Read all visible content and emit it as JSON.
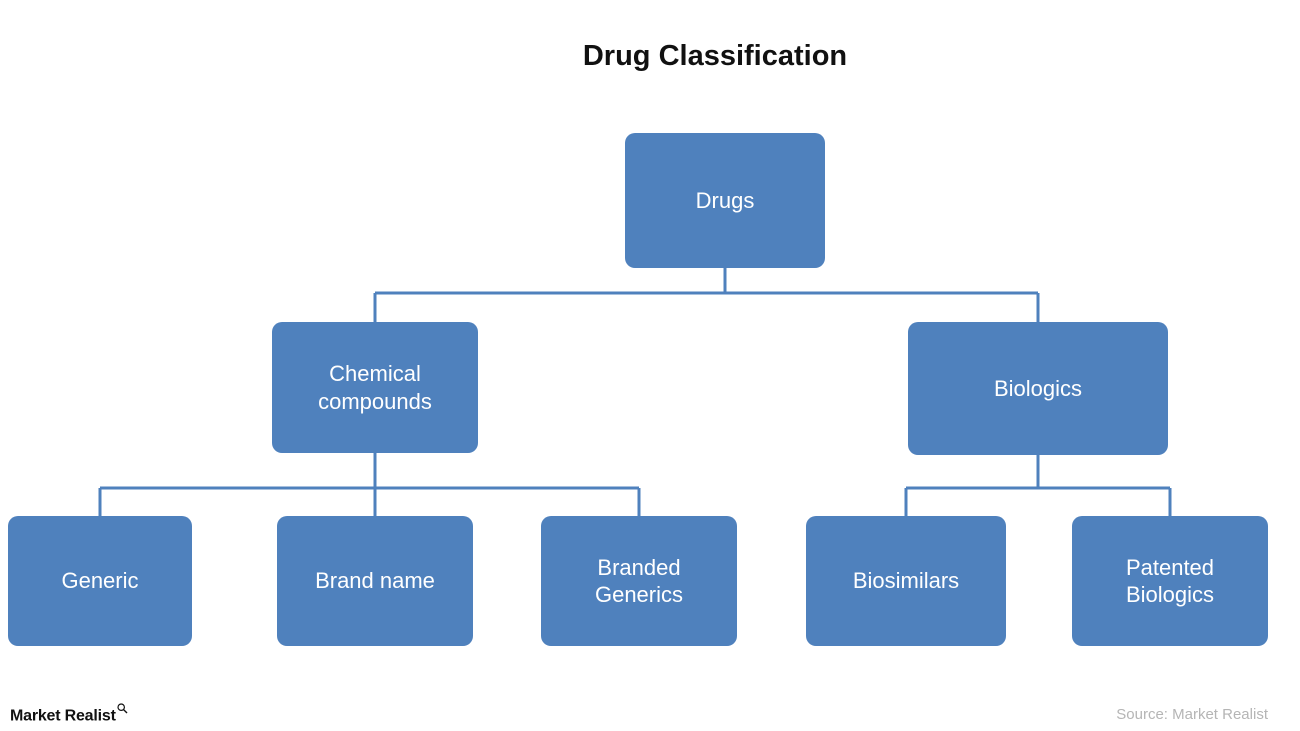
{
  "title": "Drug Classification",
  "footer": {
    "logo_text": "Market Realist",
    "source_text": "Source: Market Realist"
  },
  "colors": {
    "node_fill": "#4f81bd",
    "node_text": "#ffffff",
    "connector": "#4f81bd",
    "title_text": "#111111",
    "source_text": "#b5b5b5",
    "background": "#ffffff"
  },
  "diagram": {
    "type": "tree",
    "title": "Drug Classification",
    "nodes": {
      "drugs": {
        "label": "Drugs",
        "parent": null,
        "level": 0
      },
      "chemical_compounds": {
        "label": "Chemical compounds",
        "parent": "drugs",
        "level": 1
      },
      "biologics": {
        "label": "Biologics",
        "parent": "drugs",
        "level": 1
      },
      "generic": {
        "label": "Generic",
        "parent": "chemical_compounds",
        "level": 2
      },
      "brand_name": {
        "label": "Brand name",
        "parent": "chemical_compounds",
        "level": 2
      },
      "branded_generics": {
        "label": "Branded Generics",
        "parent": "chemical_compounds",
        "level": 2
      },
      "biosimilars": {
        "label": "Biosimilars",
        "parent": "biologics",
        "level": 2
      },
      "patented_biologics": {
        "label": "Patented Biologics",
        "parent": "biologics",
        "level": 2
      }
    }
  }
}
